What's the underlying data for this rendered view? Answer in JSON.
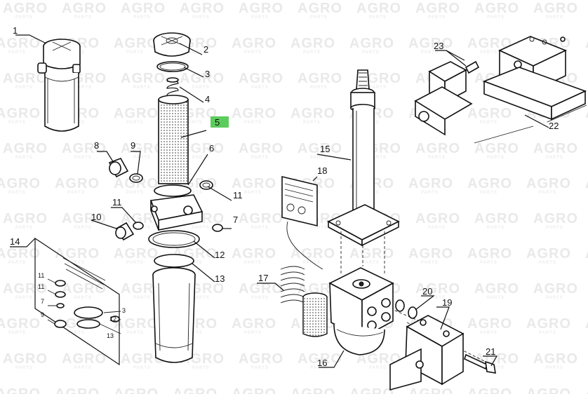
{
  "watermark": {
    "brand": "AGRO",
    "sub": "PARTS"
  },
  "callouts": {
    "p1": "1",
    "p2": "2",
    "p3": "3",
    "p4": "4",
    "p5": "5",
    "p6": "6",
    "p7": "7",
    "p8": "8",
    "p9": "9",
    "p10": "10",
    "p11a": "11",
    "p11b": "11",
    "p12": "12",
    "p13": "13",
    "p14": "14",
    "p15": "15",
    "p16": "16",
    "p17": "17",
    "p18": "18",
    "p19": "19",
    "p20": "20",
    "p21": "21",
    "p22": "22",
    "p23": "23"
  },
  "kit_box": {
    "items": [
      "11",
      "11",
      "7",
      "9",
      "3",
      "12",
      "13"
    ]
  },
  "highlight_color": "#5ccc5c"
}
